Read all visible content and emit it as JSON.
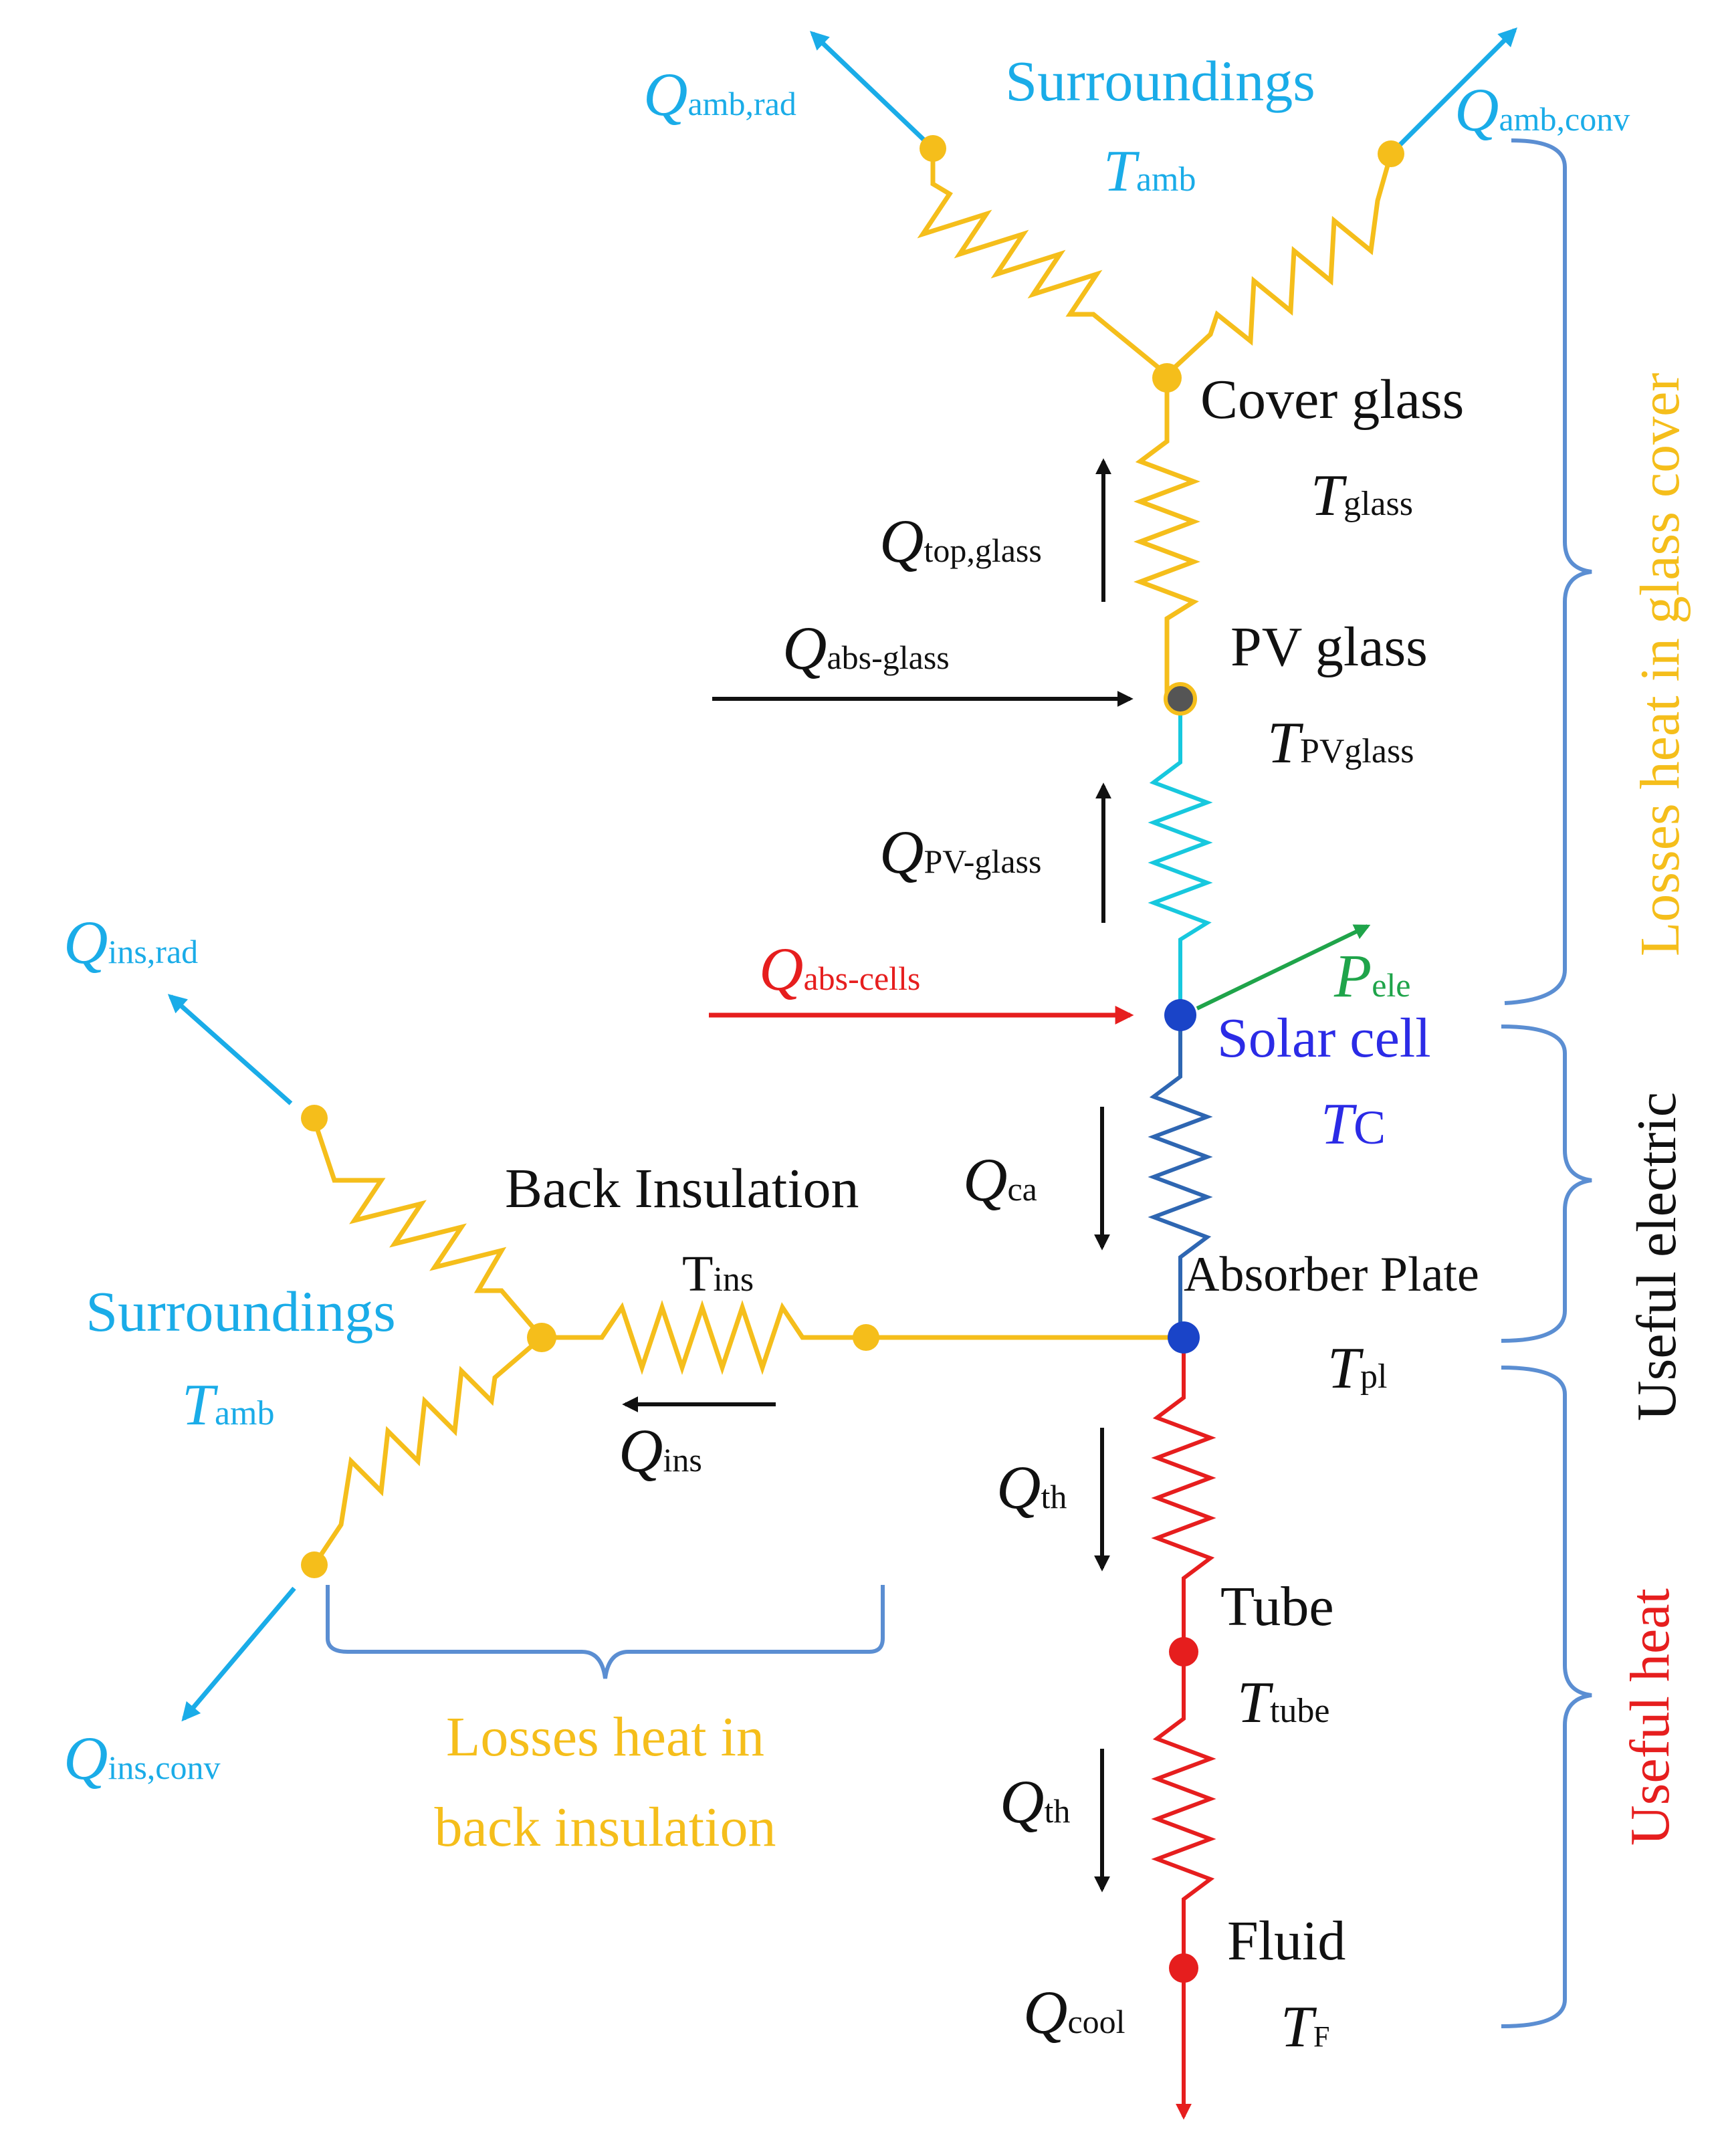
{
  "colors": {
    "yellow": "#F5BE1B",
    "cyan": "#17C8DE",
    "blue": "#2E66B2",
    "red": "#E61E1E",
    "green": "#1FA44A",
    "sky": "#1AACE8",
    "black": "#111111",
    "brace": "#5B8ED2",
    "cell_text": "#2B2BE6",
    "node_gray": "#555555",
    "node_blue": "#1A44C8"
  },
  "nodes": {
    "surroundings_top": {
      "label": "Surroundings",
      "temp": "T",
      "temp_sub": "amb"
    },
    "cover_glass": {
      "label": "Cover glass",
      "temp": "T",
      "temp_sub": "glass"
    },
    "pv_glass": {
      "label": "PV glass",
      "temp": "T",
      "temp_sub": "PVglass"
    },
    "solar_cell": {
      "label": "Solar cell",
      "temp": "T",
      "temp_sub": "C"
    },
    "absorber": {
      "label": "Absorber Plate",
      "temp": "T",
      "temp_sub": "pl"
    },
    "tube": {
      "label": "Tube",
      "temp": "T",
      "temp_sub": "tube"
    },
    "fluid": {
      "label": "Fluid",
      "temp": "T",
      "temp_sub": "F"
    },
    "back_insulation": {
      "label": "Back Insulation",
      "temp": "T",
      "temp_sub": "ins"
    },
    "surroundings_left": {
      "label": "Surroundings",
      "temp": "T",
      "temp_sub": "amb"
    }
  },
  "flows": {
    "amb_rad": {
      "sym": "Q",
      "sub": "amb,rad"
    },
    "amb_conv": {
      "sym": "Q",
      "sub": "amb,conv"
    },
    "top_glass": {
      "sym": "Q",
      "sub": "top,glass"
    },
    "abs_glass": {
      "sym": "Q",
      "sub": "abs-glass"
    },
    "pv_glass": {
      "sym": "Q",
      "sub": "PV-glass"
    },
    "abs_cells": {
      "sym": "Q",
      "sub": "abs-cells"
    },
    "p_ele": {
      "sym": "P",
      "sub": "ele"
    },
    "ca": {
      "sym": "Q",
      "sub": "ca"
    },
    "ins": {
      "sym": "Q",
      "sub": "ins"
    },
    "th_1": {
      "sym": "Q",
      "sub": "th"
    },
    "th_2": {
      "sym": "Q",
      "sub": "th"
    },
    "cool": {
      "sym": "Q",
      "sub": "cool"
    },
    "ins_rad": {
      "sym": "Q",
      "sub": "ins,rad"
    },
    "ins_conv": {
      "sym": "Q",
      "sub": "ins,conv"
    }
  },
  "braces": {
    "glass_cover": "Losses heat in glass cover",
    "useful_electric": "Useful electric",
    "useful_heat": "Useful heat",
    "back_insulation_line1": "Losses heat in",
    "back_insulation_line2": "back insulation"
  }
}
